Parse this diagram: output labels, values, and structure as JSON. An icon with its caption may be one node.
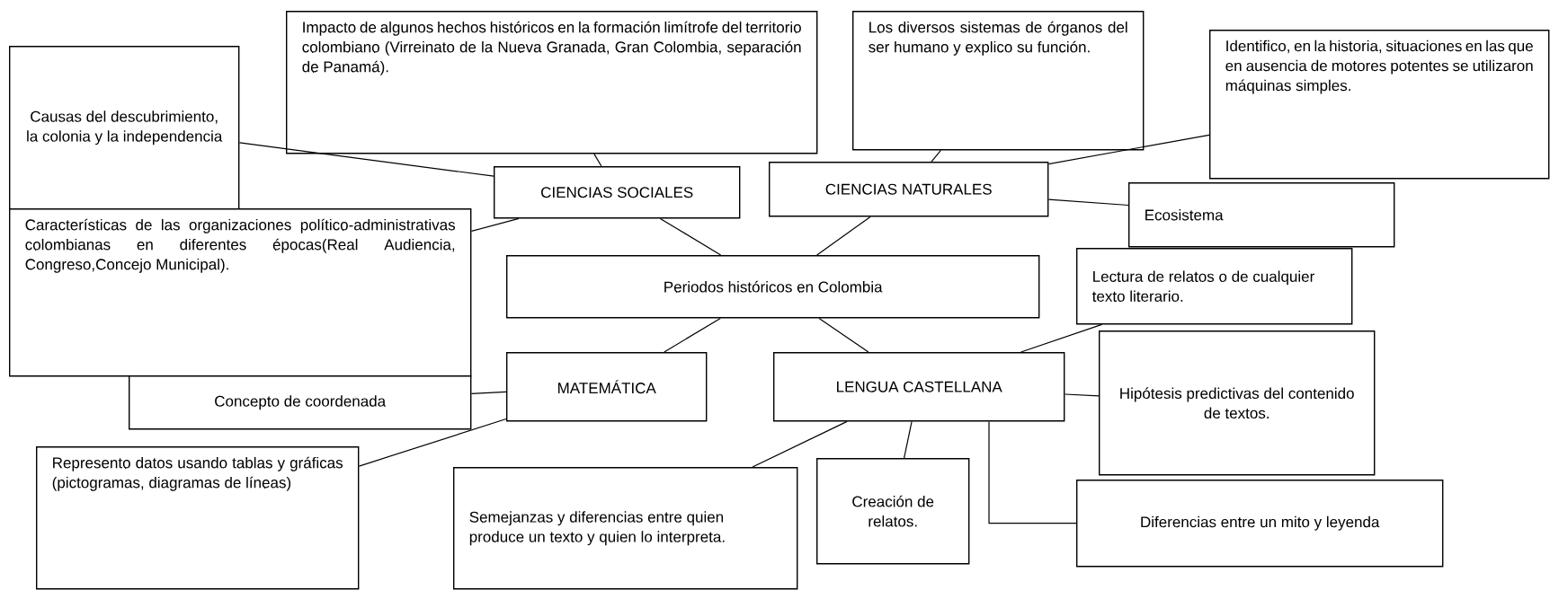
{
  "diagram": {
    "nodes": [
      {
        "text": [
          "Periodos históricos en Colombia"
        ]
      },
      {
        "text": [
          "CIENCIAS SOCIALES"
        ]
      },
      {
        "text": [
          "CIENCIAS NATURALES"
        ]
      },
      {
        "text": [
          "MATEMÁTICA"
        ]
      },
      {
        "text": [
          "LENGUA CASTELLANA"
        ]
      },
      {
        "text": [
          "Impacto de algunos hechos históricos en la formación limítrofe del territorio colombiano (Virreinato de la Nueva Granada, Gran Colombia, separación de Panamá)."
        ]
      },
      {
        "text": [
          "Causas del descubrimiento, la colonia y la independencia"
        ]
      },
      {
        "text": [
          "Características de las organizaciones político-administrativas colombianas en diferentes épocas(Real Audiencia, Congreso,Concejo Municipal)."
        ]
      },
      {
        "text": [
          "Los diversos sistemas de órganos del ser humano y explico su función."
        ]
      },
      {
        "text": [
          "Identifico, en la historia, situaciones en las que en ausencia de motores potentes se utilizaron máquinas simples."
        ]
      },
      {
        "text": [
          "Ecosistema"
        ]
      },
      {
        "text": [
          "Lectura de relatos o de cualquier texto literario."
        ]
      },
      {
        "text": [
          "Concepto de coordenada"
        ]
      },
      {
        "text": [
          "Represento datos usando tablas y gráficas (pictogramas, diagramas de líneas)"
        ]
      },
      {
        "text": [
          "Semejanzas y diferencias entre quien produce un texto y quien lo interpreta."
        ]
      },
      {
        "text": [
          "Creación de relatos."
        ]
      },
      {
        "text": [
          "Hipótesis predictivas del contenido de textos."
        ]
      },
      {
        "text": [
          "Diferencias entre un mito y leyenda"
        ]
      }
    ],
    "edges": [
      {
        "from": 0,
        "to": 1,
        "arrow": "none"
      },
      {
        "from": 0,
        "to": 2,
        "arrow": "none"
      },
      {
        "from": 0,
        "to": 3,
        "arrow": "none"
      },
      {
        "from": 0,
        "to": 4,
        "arrow": "none"
      },
      {
        "from": 1,
        "to": 5,
        "arrow": "none"
      },
      {
        "from": 1,
        "to": 6,
        "arrow": "none"
      },
      {
        "from": 1,
        "to": 7,
        "arrow": "none"
      },
      {
        "from": 2,
        "to": 8,
        "arrow": "none"
      },
      {
        "from": 2,
        "to": 9,
        "arrow": "none"
      },
      {
        "from": 2,
        "to": 10,
        "arrow": "none"
      },
      {
        "from": 3,
        "to": 12,
        "arrow": "none"
      },
      {
        "from": 3,
        "to": 13,
        "arrow": "none"
      },
      {
        "from": 4,
        "to": 11,
        "arrow": "none"
      },
      {
        "from": 4,
        "to": 14,
        "arrow": "none"
      },
      {
        "from": 4,
        "to": 15,
        "arrow": "none"
      },
      {
        "from": 4,
        "to": 16,
        "arrow": "none"
      },
      {
        "from": 4,
        "to": 17,
        "arrow": "none"
      }
    ]
  }
}
